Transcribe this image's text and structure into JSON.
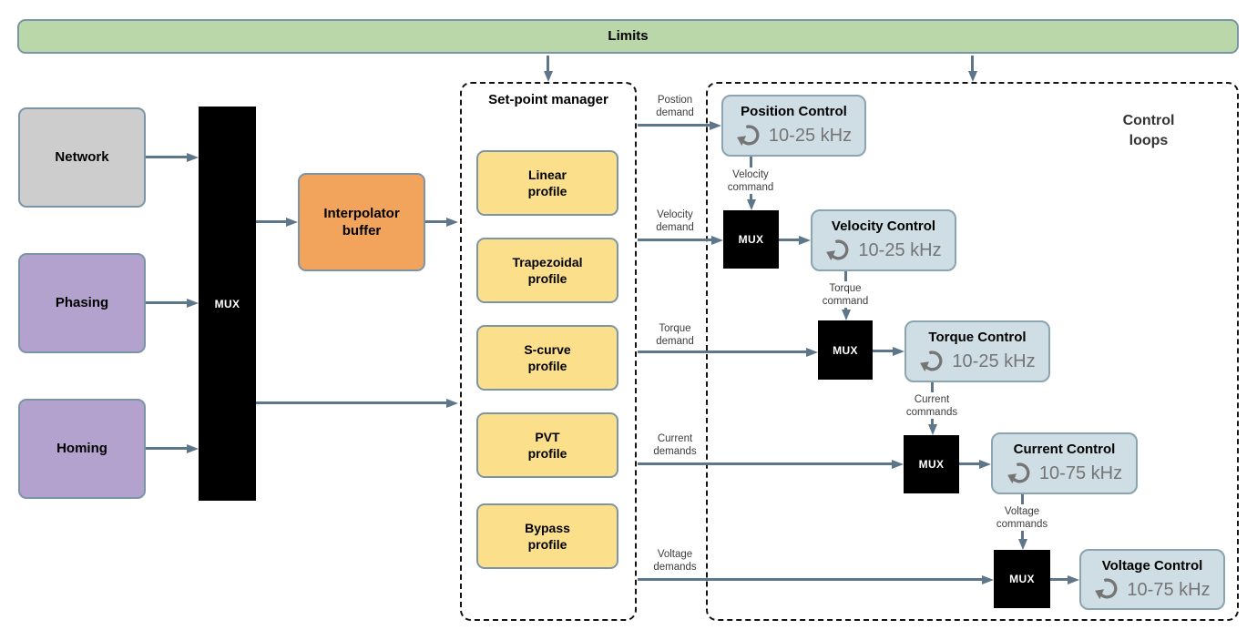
{
  "limits_label": "Limits",
  "sources": [
    {
      "label": "Network"
    },
    {
      "label": "Phasing"
    },
    {
      "label": "Homing"
    }
  ],
  "mux_label": "MUX",
  "interpolator": {
    "line1": "Interpolator",
    "line2": "buffer"
  },
  "setpoint": {
    "title": "Set-point manager",
    "profiles": [
      {
        "line1": "Linear",
        "line2": "profile"
      },
      {
        "line1": "Trapezoidal",
        "line2": "profile"
      },
      {
        "line1": "S-curve",
        "line2": "profile"
      },
      {
        "line1": "PVT",
        "line2": "profile"
      },
      {
        "line1": "Bypass",
        "line2": "profile"
      }
    ]
  },
  "control": {
    "title": {
      "line1": "Control",
      "line2": "loops"
    },
    "loops": [
      {
        "name": "Position Control",
        "rate": "10-25 kHz"
      },
      {
        "name": "Velocity Control",
        "rate": "10-25 kHz"
      },
      {
        "name": "Torque Control",
        "rate": "10-25 kHz"
      },
      {
        "name": "Current Control",
        "rate": "10-75 kHz"
      },
      {
        "name": "Voltage Control",
        "rate": "10-75 kHz"
      }
    ],
    "demands": [
      {
        "line1": "Postion",
        "line2": "demand"
      },
      {
        "line1": "Velocity",
        "line2": "demand"
      },
      {
        "line1": "Torque",
        "line2": "demand"
      },
      {
        "line1": "Current",
        "line2": "demands"
      },
      {
        "line1": "Voltage",
        "line2": "demands"
      }
    ],
    "commands": [
      {
        "line1": "Velocity",
        "line2": "command"
      },
      {
        "line1": "Torque",
        "line2": "command"
      },
      {
        "line1": "Current",
        "line2": "commands"
      },
      {
        "line1": "Voltage",
        "line2": "commands"
      }
    ]
  },
  "icons": {
    "loop": "counterclockwise-loop-arrow-icon"
  },
  "colors": {
    "limits_fill": "#b9d7a8",
    "network_fill": "#cdcdcd",
    "phasing_homing_fill": "#b3a2ce",
    "interpolator_fill": "#f3a45c",
    "profile_fill": "#fbdf8b",
    "control_fill": "#cfdde4",
    "box_border": "#7b95a6",
    "control_border": "#8aa4b0",
    "arrow": "#5d7689",
    "mux_fill": "#000000",
    "rate_text": "#757575"
  }
}
